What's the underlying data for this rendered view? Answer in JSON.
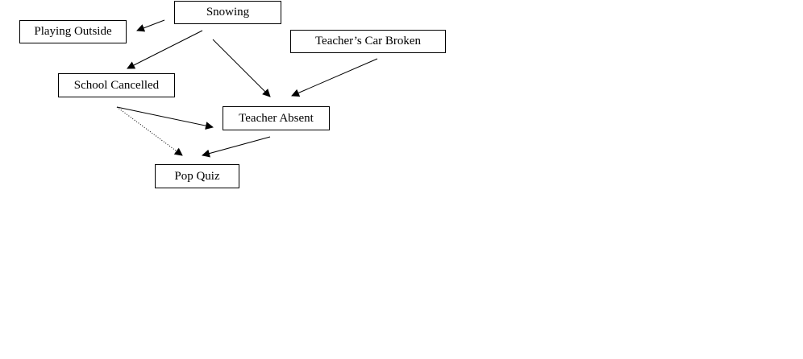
{
  "nodes": {
    "snowing": "Snowing",
    "playing_outside": "Playing Outside",
    "teachers_car_broken": "Teacher’s Car Broken",
    "school_cancelled": "School Cancelled",
    "teacher_absent": "Teacher Absent",
    "pop_quiz": "Pop Quiz"
  },
  "edges": [
    {
      "from": "snowing",
      "to": "playing_outside",
      "style": "solid"
    },
    {
      "from": "snowing",
      "to": "school_cancelled",
      "style": "solid"
    },
    {
      "from": "snowing",
      "to": "teacher_absent",
      "style": "solid"
    },
    {
      "from": "teachers_car_broken",
      "to": "teacher_absent",
      "style": "solid"
    },
    {
      "from": "school_cancelled",
      "to": "teacher_absent",
      "style": "solid"
    },
    {
      "from": "school_cancelled",
      "to": "pop_quiz",
      "style": "dotted"
    },
    {
      "from": "teacher_absent",
      "to": "pop_quiz",
      "style": "solid"
    }
  ],
  "colors": {
    "line": "#000000",
    "background": "#ffffff"
  }
}
